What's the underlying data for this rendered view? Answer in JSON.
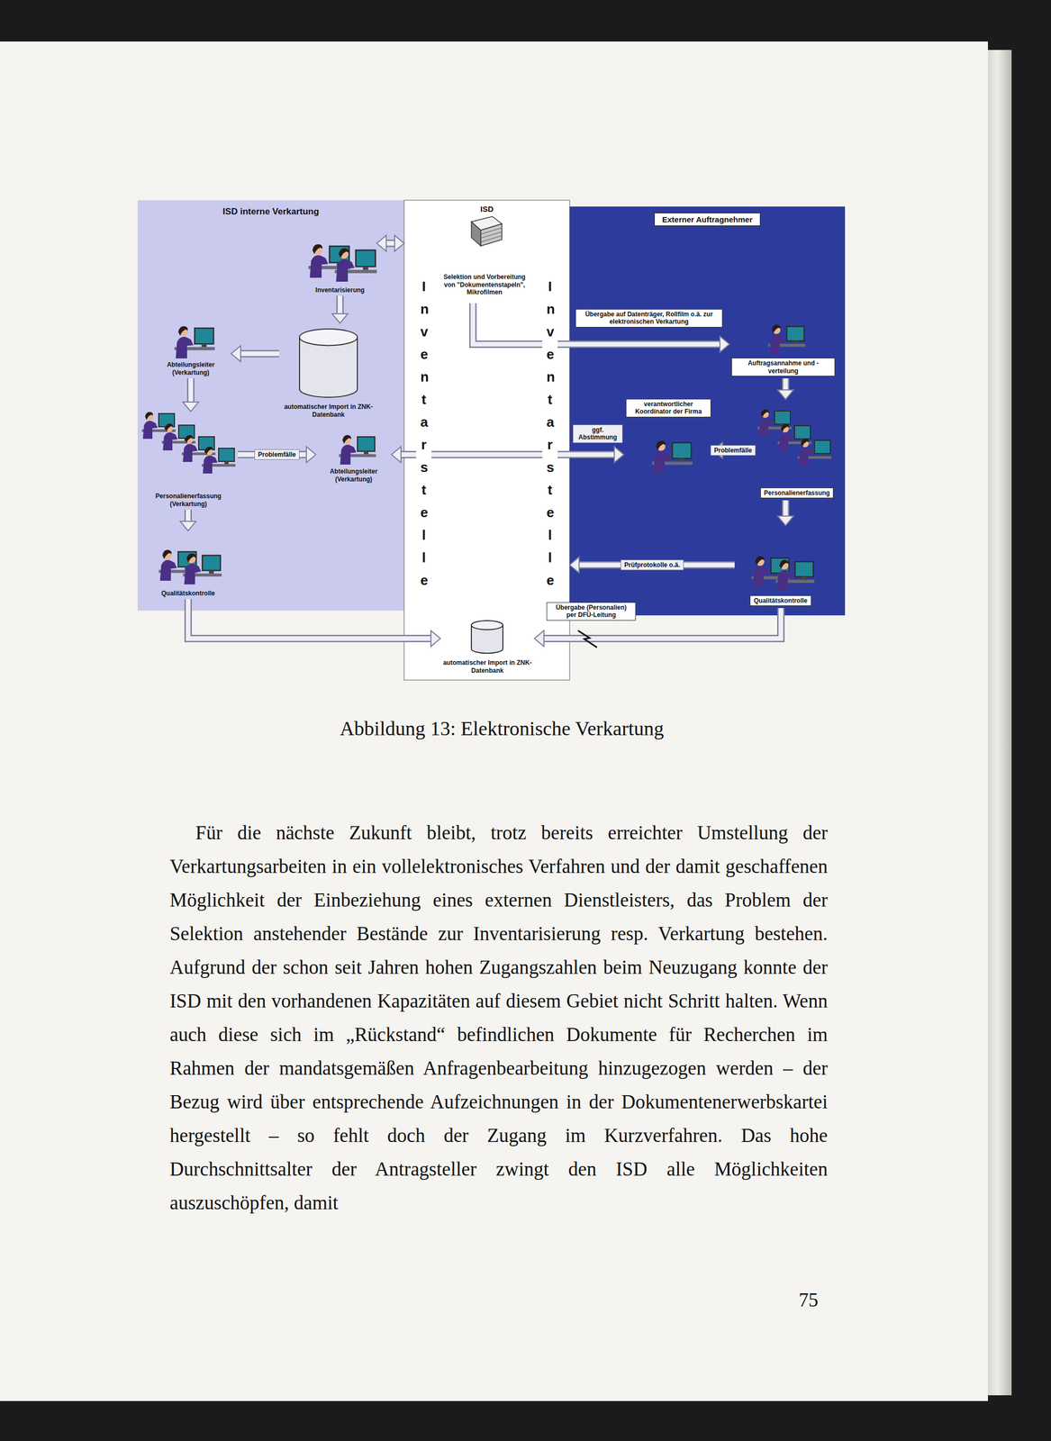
{
  "diagram": {
    "caption": "Abbildung 13: Elektronische Verkartung",
    "nodes": [
      {
        "text": [
          "ISD interne Verkartung"
        ]
      },
      {
        "text": [
          "Inventarisierung"
        ],
        "in": 0
      },
      {
        "text": [
          "automatischer Import in ZNK-Datenbank"
        ],
        "in": 0
      },
      {
        "text": [
          "Abteilungsleiter (Verkartung)"
        ],
        "in": 0
      },
      {
        "text": [
          "Personalienerfassung (Verkartung)"
        ],
        "in": 0
      },
      {
        "text": [
          "Abteilungsleiter (Verkartung)"
        ],
        "in": 0
      },
      {
        "text": [
          "Qualitätskontrolle"
        ],
        "in": 0
      },
      {
        "text": [
          "ISD"
        ]
      },
      {
        "text": [
          "Selektion und Vorbereitung von \"Dokumentenstapeln\", Mikrofilmen"
        ],
        "in": 7
      },
      {
        "text": [
          "automatischer Import in ZNK-Datenbank"
        ],
        "in": 7
      },
      {
        "text": [
          "Externer Auftragnehmer"
        ]
      },
      {
        "text": [
          "Auftragsannahme und -verteilung"
        ],
        "in": 10
      },
      {
        "text": [
          "verantwortlicher Koordinator der Firma"
        ],
        "in": 10
      },
      {
        "text": [
          "Personalienerfassung"
        ],
        "in": 10
      },
      {
        "text": [
          "Qualitätskontrolle"
        ],
        "in": 10
      }
    ],
    "edges": [
      {
        "from": 1,
        "to": 7,
        "arrow": "both"
      },
      {
        "from": 1,
        "to": 2,
        "arrow": "to"
      },
      {
        "from": 2,
        "to": 3,
        "arrow": "to"
      },
      {
        "from": 3,
        "to": 4,
        "arrow": "to"
      },
      {
        "from": 4,
        "to": 5,
        "arrow": "to",
        "label": "Problemfälle"
      },
      {
        "from": 4,
        "to": 6,
        "arrow": "to"
      },
      {
        "from": 6,
        "to": 9,
        "arrow": "to"
      },
      {
        "from": 8,
        "to": 11,
        "arrow": "to",
        "label": "Übergabe auf Datenträger, Rollfilm o.ä. zur elektronischen Verkartung"
      },
      {
        "from": 11,
        "to": 13,
        "arrow": "to"
      },
      {
        "from": 13,
        "to": 12,
        "arrow": "to",
        "label": "Problemfälle"
      },
      {
        "from": 12,
        "to": 5,
        "arrow": "both",
        "label": "ggf. Abstimmung"
      },
      {
        "from": 13,
        "to": 14,
        "arrow": "to"
      },
      {
        "from": 14,
        "to": 7,
        "arrow": "to",
        "label": "Prüfprotokolle o.ä."
      },
      {
        "from": 14,
        "to": 9,
        "arrow": "to",
        "label": "Übergabe (Personalien) per DFÜ-Leitung"
      }
    ],
    "labels": [
      "Für die nächste Zukunft bleibt, trotz bereits erreichter Umstellung der Verkartungsarbeiten in ein vollelektronisches Verfahren und der damit geschaffenen Möglichkeit der Einbeziehung eines externen Dienstleisters, das Problem der Selektion anstehender Bestände zur Inventarisierung resp. Verkartung bestehen. Aufgrund der schon seit Jahren hohen Zugangszahlen beim Neuzugang konnte der ISD mit den vorhandenen Kapazitäten auf diesem Gebiet nicht Schritt halten. Wenn auch diese sich im „Rückstand“ befindlichen Dokumente für Recherchen im Rahmen der mandatsgemäßen Anfragenbearbeitung hinzugezogen werden – der Bezug wird über entsprechende Aufzeichnungen in der Dokumentenerwerbskartei hergestellt – so fehlt doch der Zugang im Kurzverfahren. Das hohe Durchschnittsalter der Antragsteller zwingt den ISD alle Möglichkeiten auszuschöpfen, damit",
      "75",
      "Inventarstelle",
      "Inventarstelle"
    ]
  }
}
